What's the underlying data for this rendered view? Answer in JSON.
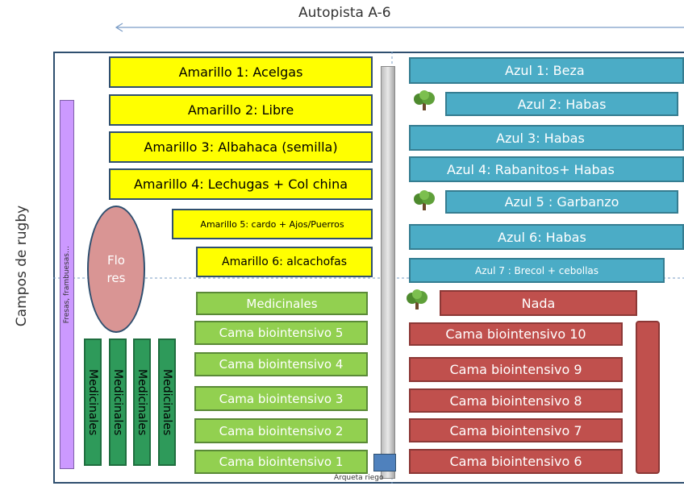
{
  "top_label": "Autopista A-6",
  "left_label": "Campos de rugby",
  "yellow_beds": [
    "Amarillo 1: Acelgas",
    "Amarillo 2: Libre",
    "Amarillo 3: Albahaca (semilla)",
    "Amarillo 4: Lechugas + Col china",
    "Amarillo 5: cardo + Ajos/Puerros",
    "Amarillo  6: alcachofas"
  ],
  "blue_beds": [
    "Azul 1: Beza",
    "Azul 2: Habas",
    "Azul 3: Habas",
    "Azul 4:  Rabanitos+ Habas",
    "Azul 5 : Garbanzo",
    "Azul 6: Habas",
    "Azul 7 : Brecol + cebollas"
  ],
  "green_beds": [
    "Medicinales",
    "Cama biointensivo 5",
    "Cama biointensivo 4",
    "Cama biointensivo 3",
    "Cama biointensivo 2",
    "Cama biointensivo 1"
  ],
  "red_beds": [
    "Nada",
    "Cama biointensivo 10",
    "Cama biointensivo 9",
    "Cama biointensivo 8",
    "Cama biointensivo 7",
    "Cama biointensivo 6"
  ],
  "vertical_medicinales": [
    "Medicinales",
    "Medicinales",
    "Medicinales",
    "Medicinales"
  ],
  "strawberry_strip": "Fresas, frambuesas…",
  "flowers": [
    "Flo",
    "res"
  ],
  "valve_label": "Arqueta riego",
  "colors": {
    "yellow": "#ffff00",
    "blue": "#4bacc6",
    "green": "#92d050",
    "dark_green": "#2e9a5a",
    "red": "#c0504d",
    "purple": "#cc99ff",
    "flowers": "#d99594"
  },
  "icons": [
    "tree-icon"
  ]
}
